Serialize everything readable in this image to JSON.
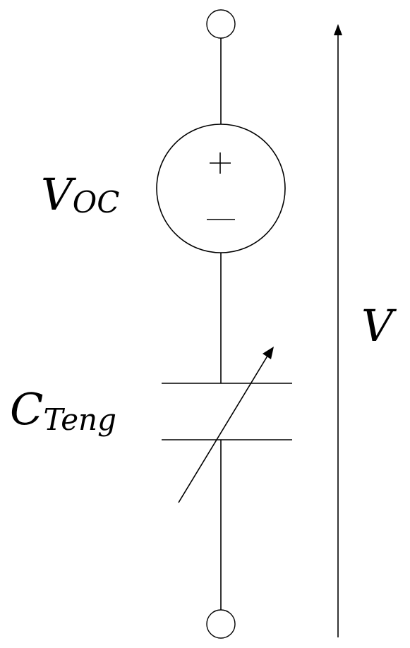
{
  "labels": {
    "source_main": "V",
    "source_sub": "OC",
    "capacitor_main": "C",
    "capacitor_sub": "Teng",
    "voltage": "V"
  },
  "colors": {
    "stroke": "#000000",
    "background": "#ffffff"
  }
}
